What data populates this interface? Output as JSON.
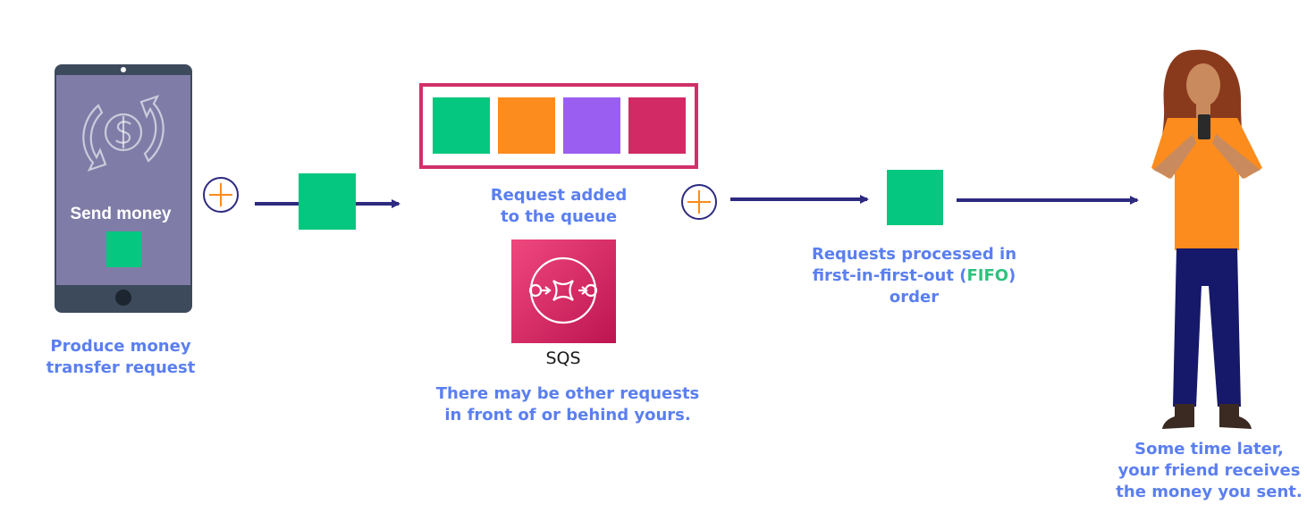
{
  "phone": {
    "button_label": "Send money"
  },
  "producer": {
    "caption_line1": "Produce money",
    "caption_line2": "transfer request"
  },
  "queue": {
    "caption_line1": "Request added",
    "caption_line2": "to the queue"
  },
  "sqs": {
    "label": "SQS",
    "note_line1": "There may be other requests",
    "note_line2": "in front of or behind yours."
  },
  "processing": {
    "caption_line1": "Requests processed in",
    "caption_line2_prefix": "first-in-first-out (",
    "caption_line2_highlight": "FIFO",
    "caption_line2_suffix": ")",
    "caption_line3": "order"
  },
  "receiver": {
    "caption_line1": "Some time later,",
    "caption_line2": "your friend receives",
    "caption_line3": "the money you sent."
  },
  "colors": {
    "text_blue": "#5b7ff0",
    "arrow_navy": "#2d2a80",
    "green": "#06c77f",
    "orange": "#fb8c1d",
    "purple": "#9a5ff0",
    "pink": "#d12a64",
    "queue_border": "#d0306a",
    "fifo_green": "#2ec27e",
    "phone_screen": "#7f7da7",
    "phone_frame": "#3d4a5c"
  },
  "queue_items": [
    {
      "name": "green",
      "color": "#06c77f"
    },
    {
      "name": "orange",
      "color": "#fb8c1d"
    },
    {
      "name": "purple",
      "color": "#9a5ff0"
    },
    {
      "name": "pink",
      "color": "#d12a64"
    }
  ],
  "icons": [
    "dollar-exchange-icon",
    "plus-icon",
    "sqs-icon",
    "person-icon"
  ]
}
